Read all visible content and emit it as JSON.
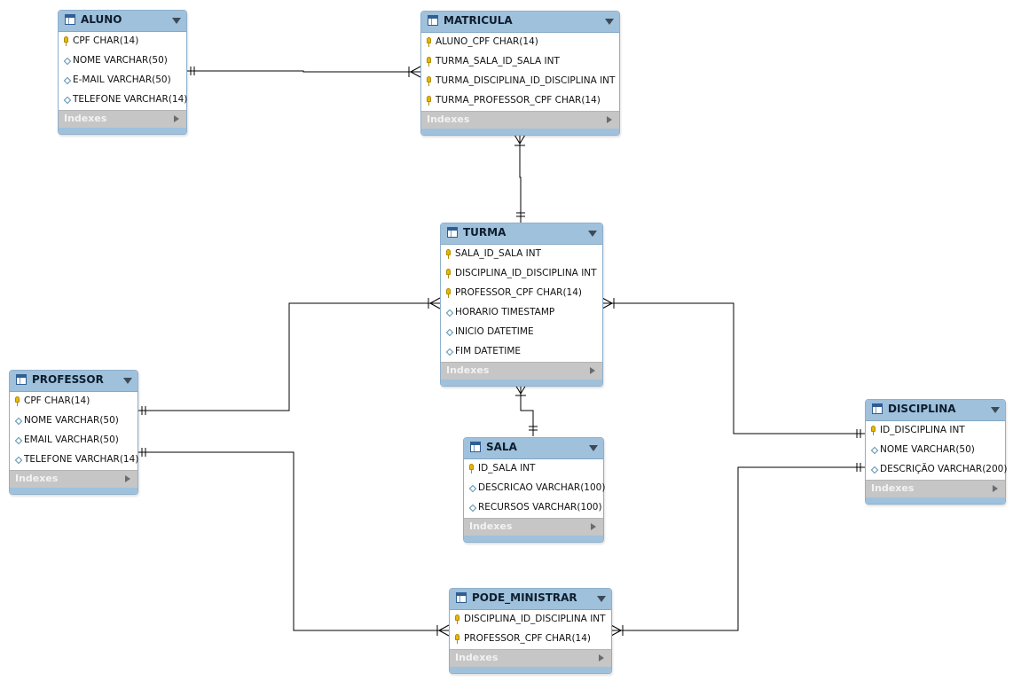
{
  "footer_label": "Indexes",
  "colors": {
    "header": "#9fc1dc",
    "footer": "#c6c6c6",
    "key": "#e6b800",
    "line": "#000000"
  },
  "entities": [
    {
      "id": "aluno",
      "title": "ALUNO",
      "columns": [
        {
          "name": "CPF CHAR(14)",
          "type": "key"
        },
        {
          "name": "NOME VARCHAR(50)",
          "type": "attr"
        },
        {
          "name": "E-MAIL VARCHAR(50)",
          "type": "attr"
        },
        {
          "name": "TELEFONE VARCHAR(14)",
          "type": "attr"
        }
      ]
    },
    {
      "id": "matricula",
      "title": "MATRICULA",
      "columns": [
        {
          "name": "ALUNO_CPF CHAR(14)",
          "type": "key"
        },
        {
          "name": "TURMA_SALA_ID_SALA INT",
          "type": "key"
        },
        {
          "name": "TURMA_DISCIPLINA_ID_DISCIPLINA INT",
          "type": "key"
        },
        {
          "name": "TURMA_PROFESSOR_CPF CHAR(14)",
          "type": "key"
        }
      ]
    },
    {
      "id": "turma",
      "title": "TURMA",
      "columns": [
        {
          "name": "SALA_ID_SALA INT",
          "type": "key"
        },
        {
          "name": "DISCIPLINA_ID_DISCIPLINA INT",
          "type": "key"
        },
        {
          "name": "PROFESSOR_CPF CHAR(14)",
          "type": "key"
        },
        {
          "name": "HORARIO TIMESTAMP",
          "type": "attr"
        },
        {
          "name": "INICIO DATETIME",
          "type": "attr"
        },
        {
          "name": "FIM DATETIME",
          "type": "attr"
        }
      ]
    },
    {
      "id": "professor",
      "title": "PROFESSOR",
      "columns": [
        {
          "name": "CPF CHAR(14)",
          "type": "key"
        },
        {
          "name": "NOME VARCHAR(50)",
          "type": "attr"
        },
        {
          "name": "EMAIL VARCHAR(50)",
          "type": "attr"
        },
        {
          "name": "TELEFONE VARCHAR(14)",
          "type": "attr"
        }
      ]
    },
    {
      "id": "sala",
      "title": "SALA",
      "columns": [
        {
          "name": "ID_SALA INT",
          "type": "key"
        },
        {
          "name": "DESCRICAO VARCHAR(100)",
          "type": "attr"
        },
        {
          "name": "RECURSOS VARCHAR(100)",
          "type": "attr"
        }
      ]
    },
    {
      "id": "disciplina",
      "title": "DISCIPLINA",
      "columns": [
        {
          "name": "ID_DISCIPLINA INT",
          "type": "key"
        },
        {
          "name": "NOME VARCHAR(50)",
          "type": "attr"
        },
        {
          "name": "DESCRIÇÃO VARCHAR(200)",
          "type": "attr"
        }
      ]
    },
    {
      "id": "pode_ministrar",
      "title": "PODE_MINISTRAR",
      "columns": [
        {
          "name": "DISCIPLINA_ID_DISCIPLINA INT",
          "type": "key"
        },
        {
          "name": "PROFESSOR_CPF CHAR(14)",
          "type": "key"
        }
      ]
    }
  ],
  "relationships": [
    {
      "from": "ALUNO",
      "to": "MATRICULA",
      "from_card": "one",
      "to_card": "many"
    },
    {
      "from": "TURMA",
      "to": "MATRICULA",
      "from_card": "one",
      "to_card": "many"
    },
    {
      "from": "PROFESSOR",
      "to": "TURMA",
      "from_card": "one",
      "to_card": "many"
    },
    {
      "from": "DISCIPLINA",
      "to": "TURMA",
      "from_card": "one",
      "to_card": "many"
    },
    {
      "from": "SALA",
      "to": "TURMA",
      "from_card": "one",
      "to_card": "many"
    },
    {
      "from": "PROFESSOR",
      "to": "PODE_MINISTRAR",
      "from_card": "one",
      "to_card": "many"
    },
    {
      "from": "DISCIPLINA",
      "to": "PODE_MINISTRAR",
      "from_card": "one",
      "to_card": "many"
    }
  ]
}
